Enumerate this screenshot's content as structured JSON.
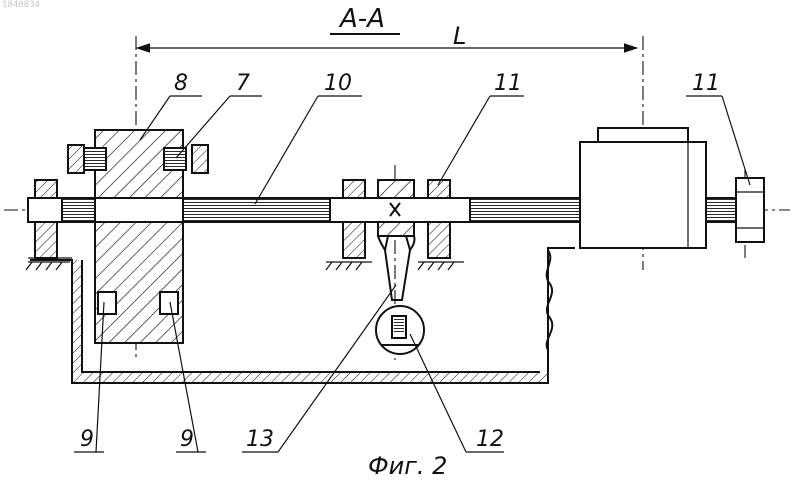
{
  "document_id": "1840834",
  "section_label": "A-A",
  "dimension_label": "L",
  "figure_caption": "Фиг. 2",
  "callouts": [
    "8",
    "7",
    "10",
    "11",
    "11",
    "9",
    "9",
    "13",
    "12"
  ]
}
